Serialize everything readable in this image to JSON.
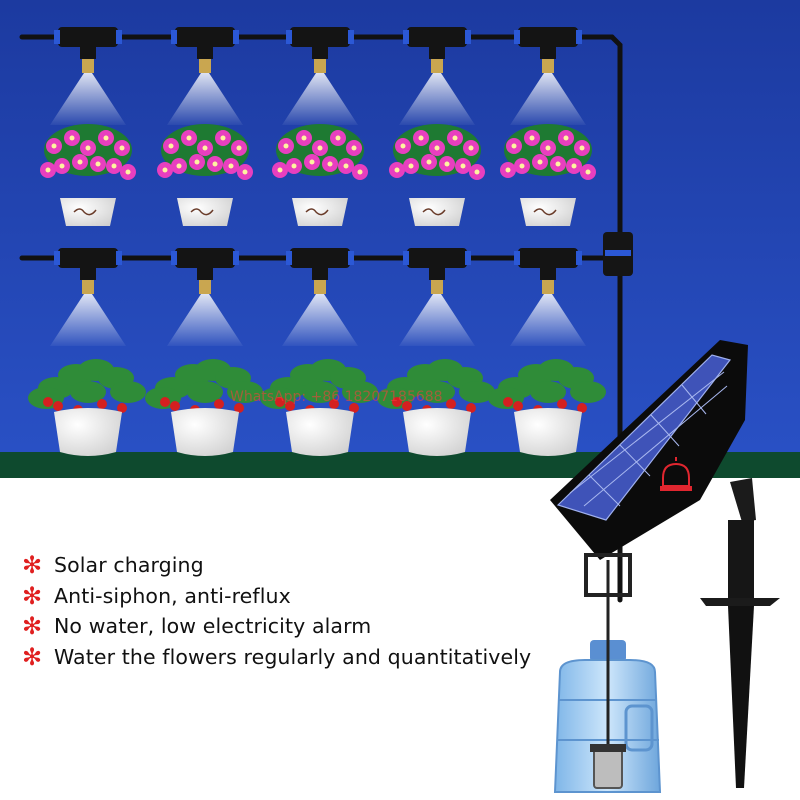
{
  "features": [
    {
      "text": "Solar charging",
      "bullet_icon": "asterisk-icon"
    },
    {
      "text": "Anti-siphon, anti-reflux",
      "bullet_icon": "asterisk-icon"
    },
    {
      "text": "No water, low electricity alarm",
      "bullet_icon": "asterisk-icon"
    },
    {
      "text": "Water the flowers regularly and quantitatively",
      "bullet_icon": "asterisk-icon"
    }
  ],
  "bullet_symbol": "✻",
  "watermark": "WhatsApp: +86 18207185688",
  "colors": {
    "sky": "#1f3fa8",
    "ground": "#0e4a2e",
    "bullet": "#e02020",
    "orchid": "#e83fbf",
    "pipe": "#111111",
    "panel": "#3f53b8"
  }
}
